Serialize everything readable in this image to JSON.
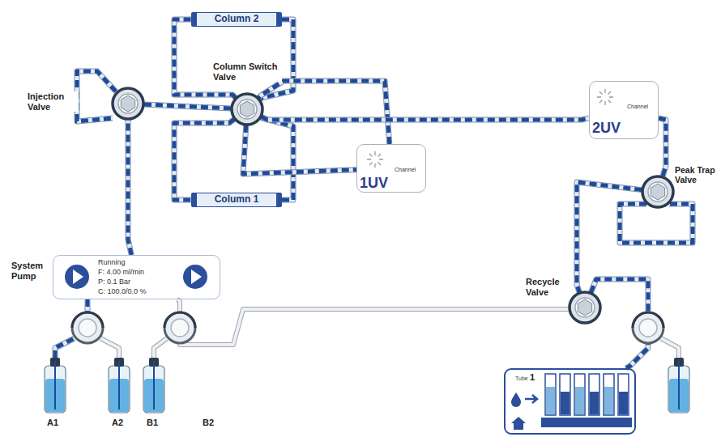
{
  "diagram": {
    "nodes": [
      {
        "text": [
          "Column 2"
        ]
      },
      {
        "text": [
          "Injection Valve"
        ]
      },
      {
        "text": [
          "Column Switch Valve"
        ]
      },
      {
        "text": [
          "Channel",
          "2UV"
        ]
      },
      {
        "text": [
          "Peak Trap Valve"
        ]
      },
      {
        "text": [
          "Channel",
          "1UV"
        ]
      },
      {
        "text": [
          "Column 1"
        ]
      },
      {
        "text": [
          "System Pump",
          "Running",
          "F: 4.00 ml/min",
          "P: 0.1 Bar",
          "C: 100.0/0.0 %"
        ]
      },
      {
        "text": [
          "Recycle Valve"
        ]
      },
      {
        "text": [
          "Tube",
          "1"
        ]
      }
    ],
    "edges": [
      {
        "from": 7,
        "to": 1,
        "arrow": "none"
      },
      {
        "from": 1,
        "to": 2,
        "arrow": "none"
      },
      {
        "from": 2,
        "to": 0,
        "arrow": "none"
      },
      {
        "from": 0,
        "to": 2,
        "arrow": "none"
      },
      {
        "from": 2,
        "to": 6,
        "arrow": "none"
      },
      {
        "from": 6,
        "to": 2,
        "arrow": "none"
      },
      {
        "from": 2,
        "to": 5,
        "arrow": "none"
      },
      {
        "from": 5,
        "to": 2,
        "arrow": "none"
      },
      {
        "from": 2,
        "to": 3,
        "arrow": "none"
      },
      {
        "from": 3,
        "to": 4,
        "arrow": "none"
      },
      {
        "from": 4,
        "to": 8,
        "arrow": "none"
      },
      {
        "from": 8,
        "to": 9,
        "arrow": "none"
      },
      {
        "from": 7,
        "to": 8,
        "arrow": "none"
      }
    ],
    "labels": [
      "A1",
      "A2",
      "B1",
      "B2"
    ]
  }
}
